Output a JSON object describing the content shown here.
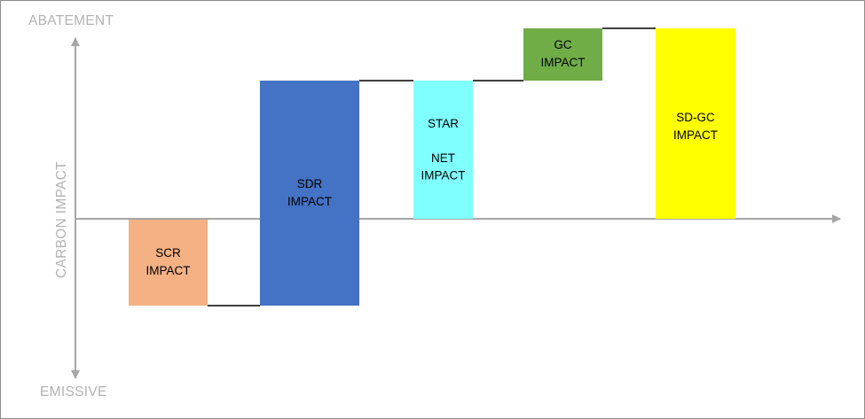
{
  "diagram": {
    "axis_labels": {
      "top": "ABATEMENT",
      "bottom": "EMISSIVE",
      "vertical": "CARBON IMPACT"
    },
    "colors": {
      "axis": "#a6a6a6",
      "connector": "#000000"
    },
    "boxes": [
      {
        "id": "scr",
        "lines": [
          "SCR",
          "IMPACT"
        ],
        "fill": "#f4b183",
        "text_color": "#000000",
        "value": -1
      },
      {
        "id": "sdr",
        "lines": [
          "SDR",
          "IMPACT"
        ],
        "fill": "#4472c4",
        "text_color": "#000000",
        "value": 2.6
      },
      {
        "id": "star",
        "lines": [
          "STAR",
          "",
          "NET",
          "IMPACT"
        ],
        "fill": "#7fffff",
        "text_color": "#000000",
        "value": 1.6
      },
      {
        "id": "gc",
        "lines": [
          "GC",
          "IMPACT"
        ],
        "fill": "#70ad47",
        "text_color": "#000000",
        "value": 2.2
      },
      {
        "id": "sdgc",
        "lines": [
          "SD-GC",
          "IMPACT"
        ],
        "fill": "#ffff00",
        "text_color": "#000000",
        "value": 2.2
      }
    ]
  }
}
